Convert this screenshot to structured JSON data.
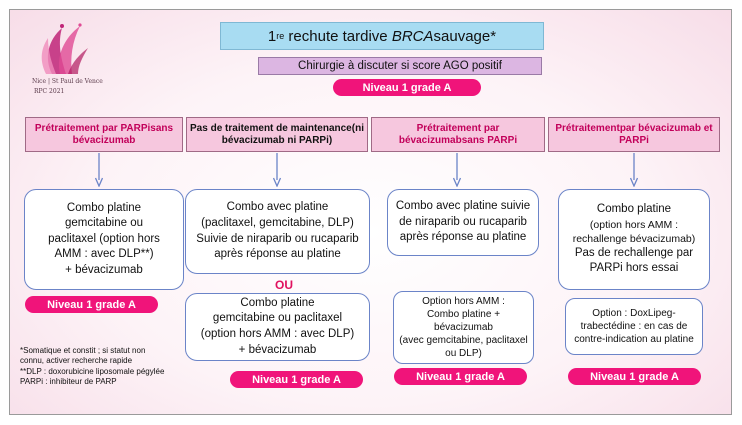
{
  "logo": {
    "lines": [
      "Nice | St Paul de Vence",
      "RPC 2021"
    ]
  },
  "title": {
    "prefix": "1",
    "sup": "re",
    "main": " rechute tardive ",
    "italic": "BRCA",
    "suffix": " sauvage*"
  },
  "subtitle": "Chirurgie à discuter si score AGO positif",
  "top_grade": "Niveau 1 grade A",
  "columns": [
    {
      "header": [
        "Prétraitement par PARPi",
        "sans bévacizumab"
      ],
      "main_box": [
        "Combo platine",
        "gemcitabine ou",
        "paclitaxel (option hors",
        "AMM : avec DLP**)",
        "+ bévacizumab"
      ],
      "grade": "Niveau 1 grade A"
    },
    {
      "header": [
        "Pas de traitement de maintenance",
        "(ni bévacizumab ni PARPi)"
      ],
      "main_box": [
        "Combo avec platine",
        "(paclitaxel, gemcitabine, DLP)",
        "Suivie de niraparib ou rucaparib",
        "après réponse au platine"
      ],
      "or_label": "OU",
      "second_box": [
        "Combo platine",
        "gemcitabine ou paclitaxel",
        "(option hors AMM : avec DLP)",
        "+ bévacizumab"
      ],
      "grade": "Niveau 1 grade A"
    },
    {
      "header": [
        "Prétraitement par bévacizumab",
        "sans PARPi"
      ],
      "main_box": [
        "Combo avec platine suivie",
        "de niraparib ou rucaparib",
        "après réponse au platine"
      ],
      "second_box": [
        "Option hors AMM :",
        "Combo platine + bévacizumab",
        "(avec gemcitabine, paclitaxel",
        "ou DLP)"
      ],
      "grade": "Niveau 1 grade A"
    },
    {
      "header": [
        "Prétraitement",
        "par bévacizumab et PARPi"
      ],
      "main_box": [
        "Combo platine",
        "(option hors AMM :",
        "rechallenge bévacizumab)",
        "Pas de rechallenge par",
        "PARPi hors essai"
      ],
      "second_box": [
        "Option : DoxLipeg-",
        "trabectédine : en cas de",
        "contre-indication au platine"
      ],
      "grade": "Niveau 1 grade A"
    }
  ],
  "footnote": [
    "*Somatique et constit ; si statut non",
    "connu, activer recherche rapide",
    "**DLP : doxorubicine liposomale pégylée",
    "PARPi : inhibiteur de PARP"
  ],
  "colors": {
    "title_bg": "#a8dcf2",
    "subtitle_bg": "#dcb6e2",
    "grade_bg": "#f0147a",
    "header_bg": "#f6c7de",
    "header_text": "#c2005a",
    "box_border": "#6b84c8",
    "arrow": "#6b84c8"
  }
}
